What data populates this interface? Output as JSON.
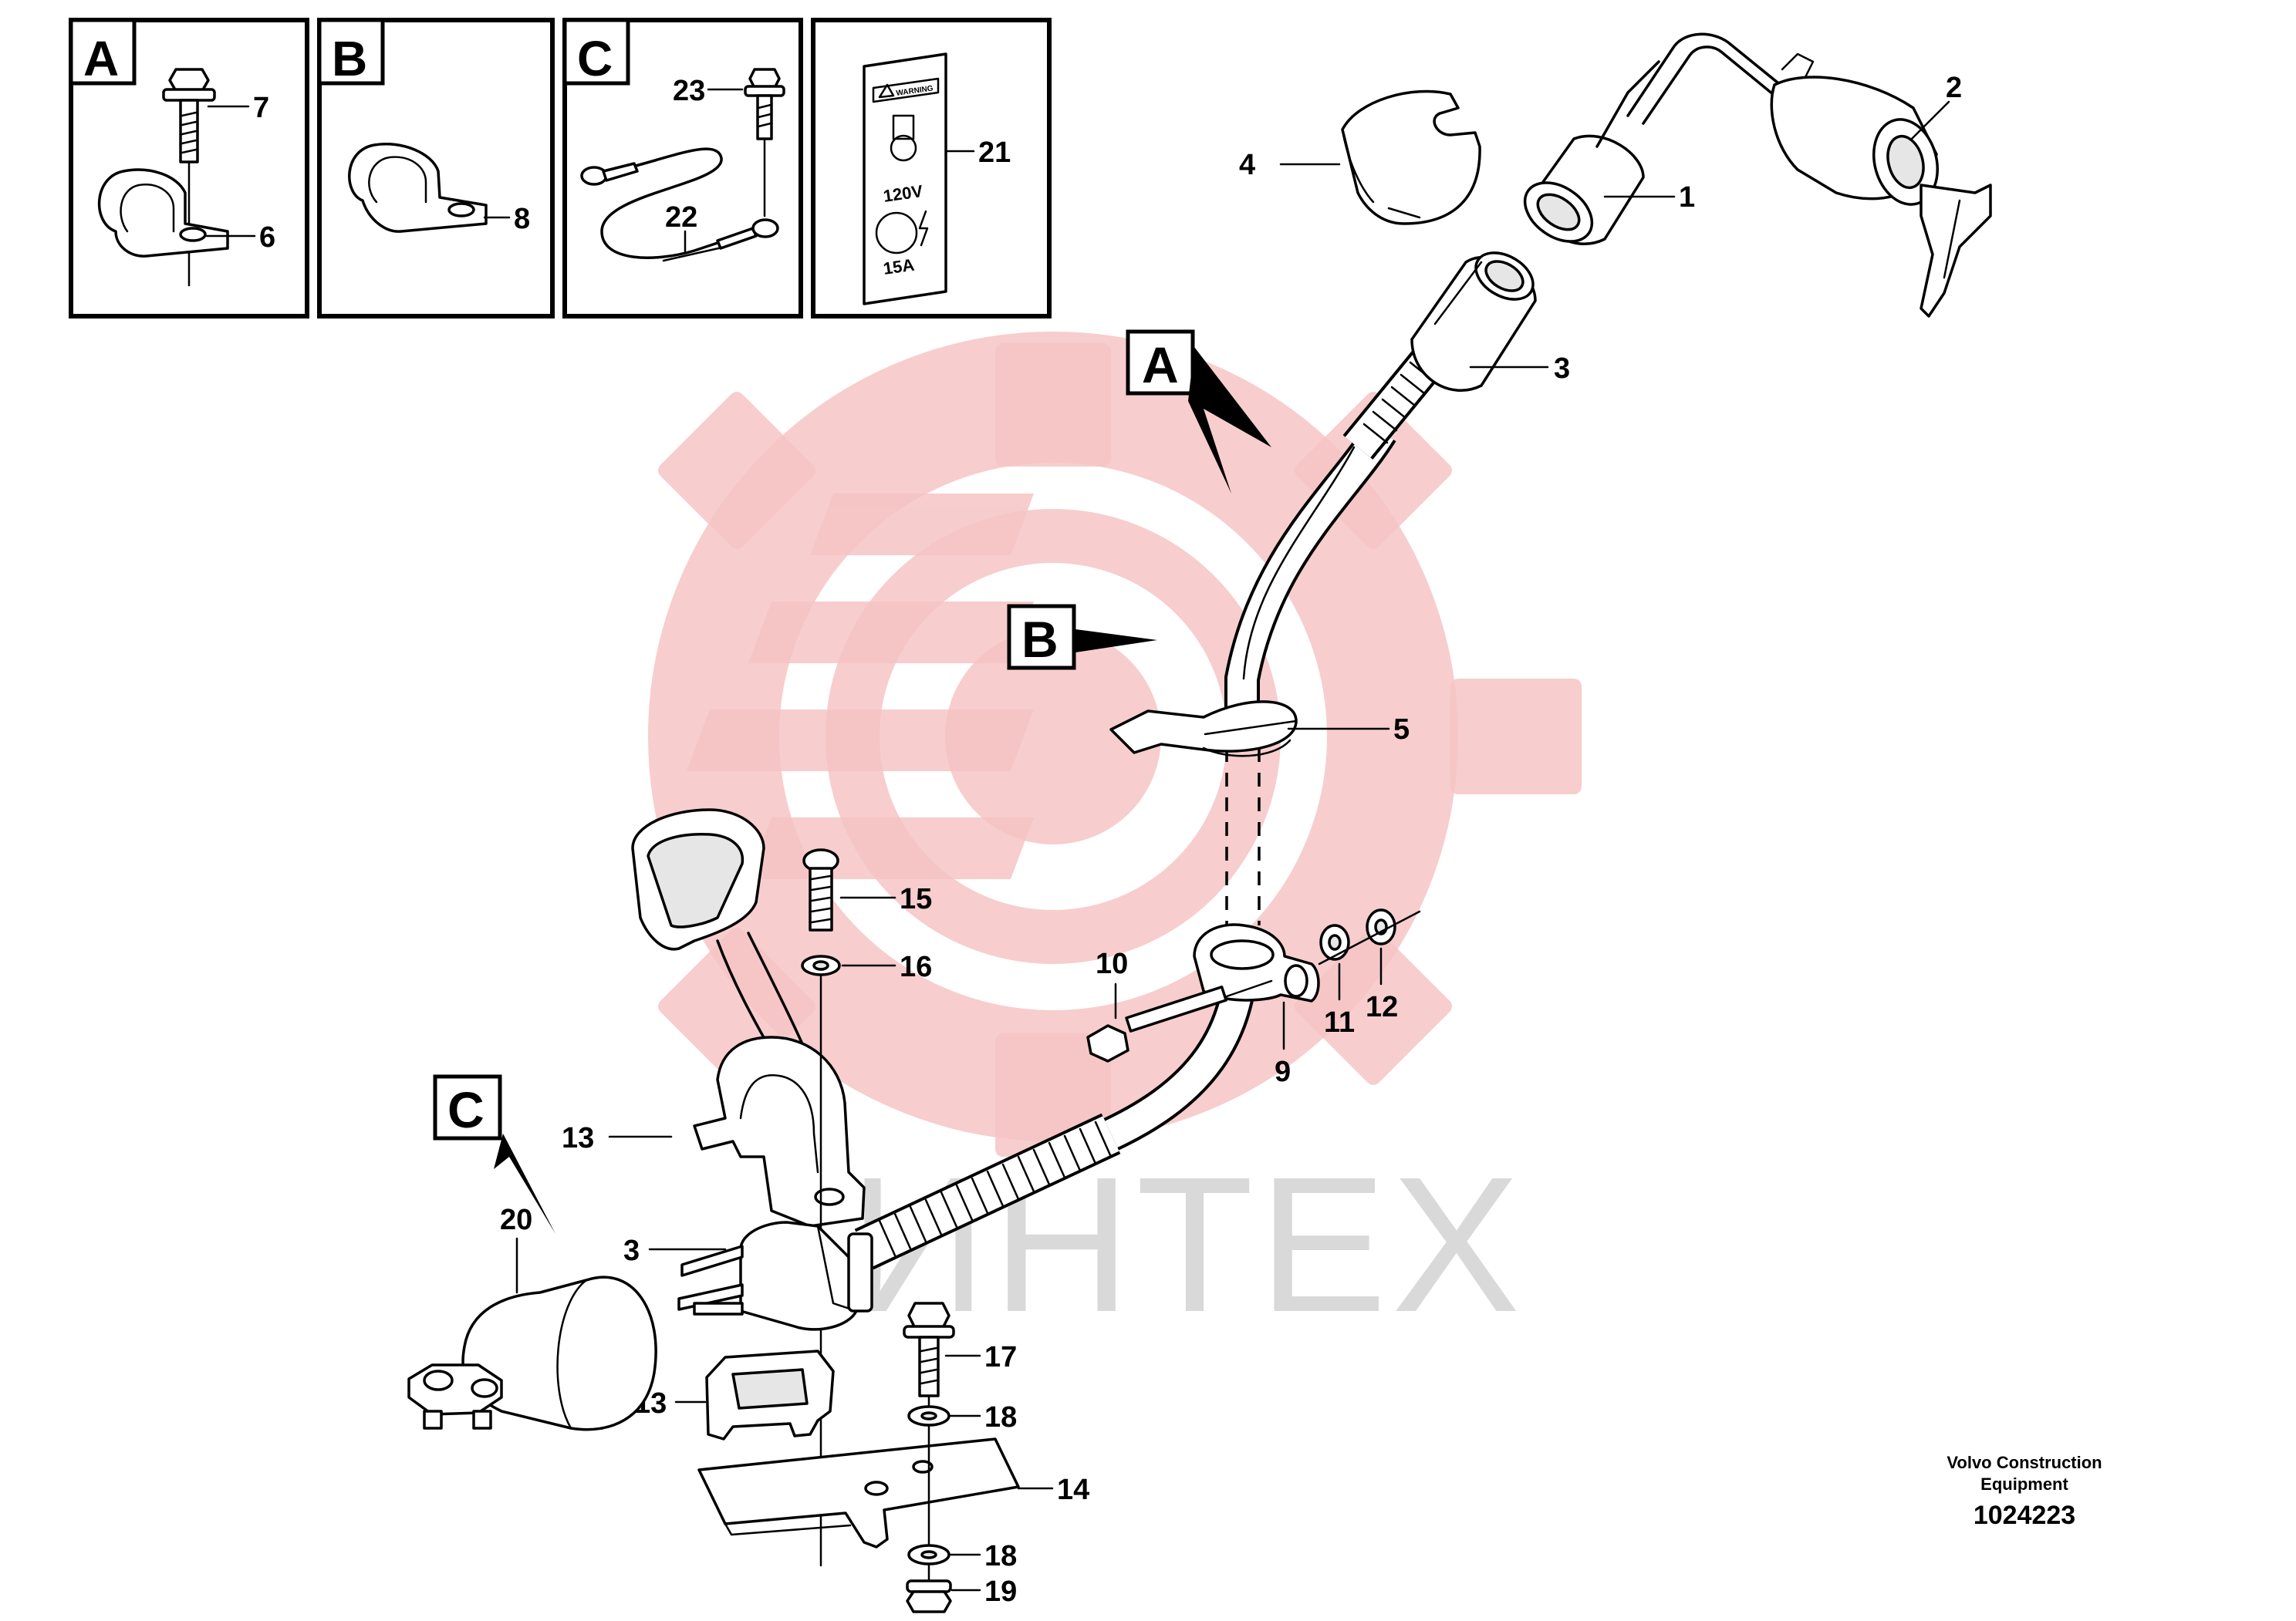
{
  "watermark": {
    "text": "ИНТЕХ"
  },
  "detail_boxes": [
    {
      "letter": "A",
      "callouts": [
        "7",
        "6"
      ]
    },
    {
      "letter": "B",
      "callouts": [
        "8"
      ]
    },
    {
      "letter": "C",
      "callouts": [
        "23",
        "22"
      ]
    },
    {
      "letter": "",
      "callouts": [
        "21"
      ]
    }
  ],
  "decal": {
    "warning_text": "WARNING",
    "voltage": "120V",
    "amperage": "15A"
  },
  "main_callout_letters": [
    "A",
    "B",
    "C"
  ],
  "part_numbers": {
    "p1": "1",
    "p2": "2",
    "p3a": "3",
    "p3b": "3",
    "p4": "4",
    "p5": "5",
    "p9": "9",
    "p10": "10",
    "p11": "11",
    "p12": "12",
    "p13a": "13",
    "p13b": "13",
    "p14": "14",
    "p15": "15",
    "p16": "16",
    "p17": "17",
    "p18a": "18",
    "p18b": "18",
    "p19": "19",
    "p20": "20"
  },
  "footer": {
    "maker_line1": "Volvo Construction",
    "maker_line2": "Equipment",
    "drawing_number": "1024223"
  },
  "colors": {
    "watermark_red": "#f6c4c4",
    "watermark_grey": "#d9d9d9",
    "line": "#000000"
  }
}
